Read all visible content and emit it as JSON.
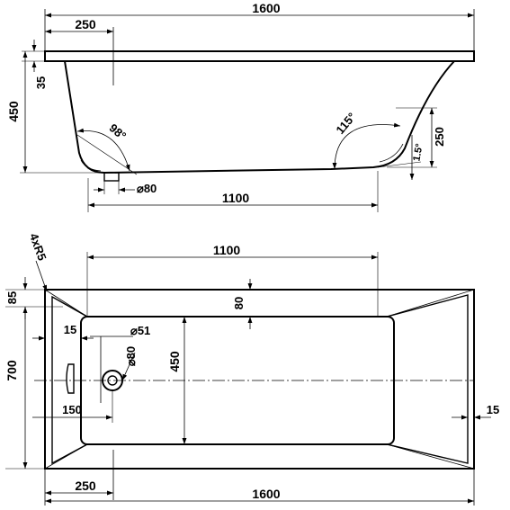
{
  "side_view": {
    "overall_length": "1600",
    "rim_offset": "250",
    "rim_thickness": "35",
    "overall_height": "450",
    "head_angle": "98°",
    "foot_angle": "115°",
    "foot_height": "250",
    "slope": "1.5°",
    "drain_diameter": "⌀80",
    "inner_length": "1100"
  },
  "plan_view": {
    "corner_radius": "4xR5",
    "inner_length": "1100",
    "rim_width": "85",
    "side_offset": "80",
    "wall_offset": "15",
    "overflow_diameter": "⌀51",
    "drain_diameter": "⌀80",
    "inner_width": "450",
    "overall_width": "700",
    "drain_offset": "150",
    "foot_wall_offset": "15",
    "head_offset": "250",
    "overall_length": "1600"
  }
}
